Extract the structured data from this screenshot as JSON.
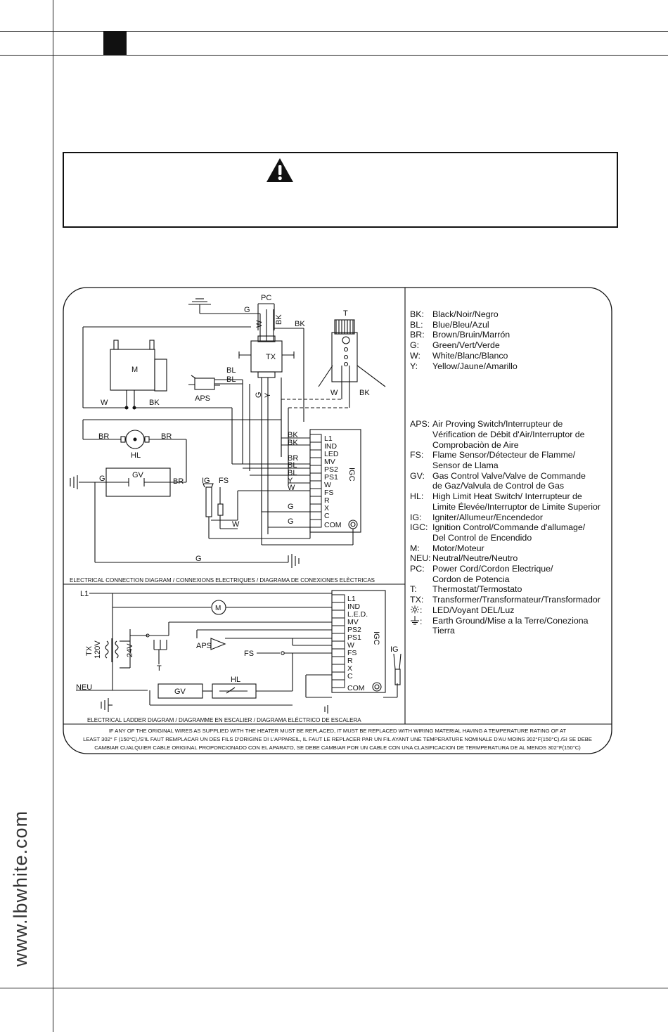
{
  "sidebar": {
    "url": "www.lbwhite.com"
  },
  "warning": {
    "icon": "warning-triangle-icon"
  },
  "diagram": {
    "top_labels": {
      "pc": "PC",
      "g": "G",
      "w": "W",
      "bk": "BK",
      "tx": "TX",
      "t": "T",
      "m": "M",
      "bl": "BL",
      "aps": "APS",
      "y": "Y",
      "br": "BR",
      "hl": "HL",
      "gv": "GV",
      "ig": "IG",
      "fs": "FS",
      "igc": "IGC"
    },
    "terminals": [
      "L1",
      "IND",
      "LED",
      "MV",
      "PS2",
      "PS1",
      "W",
      "FS",
      "R",
      "X",
      "C",
      "COM"
    ],
    "ladder_terminals": [
      "L1",
      "IND",
      "L.E.D.",
      "MV",
      "PS2",
      "PS1",
      "W",
      "FS",
      "R",
      "X",
      "C",
      "COM"
    ],
    "ladder_labels": {
      "l1": "L1",
      "tx": "TX",
      "v120": "120V",
      "v24": "24V",
      "neu": "NEU",
      "t": "T",
      "aps": "APS",
      "fs": "FS",
      "gv": "GV",
      "hl": "HL",
      "ig": "IG",
      "igc": "IGC",
      "m": "M"
    },
    "connection_caption": "ELECTRICAL CONNECTION DIAGRAM / CONNEXIONS ELECTRIQUES / DIAGRAMA DE CONEXIONES ELÈCTRICAS",
    "ladder_caption": "ELECTRICAL LADDER DIAGRAM / DIAGRAMME EN ESCALIER / DIAGRAMA ELÉCTRICO DE ESCALERA",
    "footnote": [
      "IF ANY OF THE ORIGINAL WIRES AS SUPPLIED WITH THE HEATER MUST BE REPLACED, IT MUST BE  REPLACED WITH WIRING MATERIAL HAVING A TEMPERATURE RATING OF AT",
      "LEAST 302° F (150°C)./S'IL FAUT REMPLACAR UN DES FILS D'ORIGINE DI L'APPAREIL, IL FAUT LE REPLACER PAR UN FIL AYANT UNE TEMPERATURE NOMINALE D'AU MOINS 302°F(150°C)./SI SE DEBE",
      "CAMBIAR CUALQUIER CABLE ORIGINAL PROPORCIONADO CON EL APARATO, SE DEBE CAMBIAR POR UN CABLE CON UNA CLASIFICACION DE TERMPERATURA DE AL MENOS 302°F(150°C)"
    ]
  },
  "legend": {
    "colors": [
      {
        "key": "BK:",
        "val": "Black/Noir/Negro"
      },
      {
        "key": "BL:",
        "val": "Blue/Bleu/Azul"
      },
      {
        "key": "BR:",
        "val": "Brown/Bruin/Marrón"
      },
      {
        "key": "G:",
        "val": "Green/Vert/Verde"
      },
      {
        "key": "W:",
        "val": "White/Blanc/Blanco"
      },
      {
        "key": "Y:",
        "val": "Yellow/Jaune/Amarillo"
      }
    ],
    "components": [
      {
        "key": "APS:",
        "val": "Air Proving Switch/Interrupteur de",
        "cont": [
          "Vérification de Débit d'Air/Interruptor de",
          "Comprobaciòn de Aire"
        ]
      },
      {
        "key": "FS:",
        "val": "Flame Sensor/Détecteur de Flamme/",
        "cont": [
          "Sensor de Llama"
        ]
      },
      {
        "key": "GV:",
        "val": "Gas Control Valve/Valve de Commande",
        "cont": [
          "de Gaz/Valvula de Control de Gas"
        ]
      },
      {
        "key": "HL:",
        "val": "High Limit Heat Switch/ Interrupteur de",
        "cont": [
          "Limite Élevée/Interruptor de Limite Superior"
        ]
      },
      {
        "key": "IG:",
        "val": "Igniter/Allumeur/Encendedor",
        "cont": []
      },
      {
        "key": "IGC:",
        "val": "Ignition Control/Commande d'allumage/",
        "cont": [
          "Del Control de Encendido"
        ]
      },
      {
        "key": "M:",
        "val": "Motor/Moteur",
        "cont": []
      },
      {
        "key": "NEU:",
        "val": "Neutral/Neutre/Neutro",
        "cont": []
      },
      {
        "key": "PC:",
        "val": "Power Cord/Cordon Electrique/",
        "cont": [
          "Cordon de Potencia"
        ]
      },
      {
        "key": "T:",
        "val": "Thermostat/Termostato",
        "cont": []
      },
      {
        "key": "TX:",
        "val": "Transformer/Transformateur/Transformador",
        "cont": []
      },
      {
        "key": ":",
        "val": "LED/Voyant DEL/Luz",
        "cont": []
      },
      {
        "key": ":",
        "val": "Earth Ground/Mise a la Terre/Coneziona",
        "cont": [
          "Tierra"
        ]
      }
    ]
  }
}
